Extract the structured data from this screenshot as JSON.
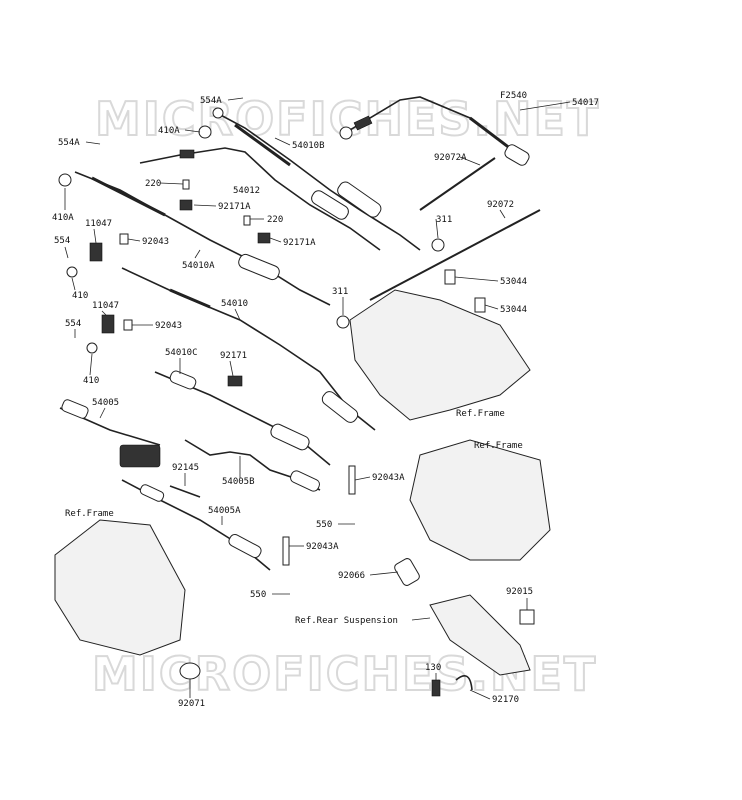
{
  "diagram_code": "F2540",
  "watermarks": [
    "MICROFICHES.NET",
    "MICROFICHES.NET"
  ],
  "parts": [
    "554A",
    "54017",
    "410A",
    "54010B",
    "554A",
    "92072A",
    "54012",
    "220",
    "92171A",
    "311",
    "92072",
    "410A",
    "11047",
    "220",
    "92043",
    "92171A",
    "554",
    "54010A",
    "53044",
    "410",
    "311",
    "53044",
    "11047",
    "54010",
    "554",
    "92043",
    "92171",
    "54010C",
    "410",
    "54005",
    "92145",
    "54005B",
    "92043A",
    "550",
    "54005A",
    "92043A",
    "92066",
    "550",
    "92015",
    "92071",
    "130",
    "92170"
  ],
  "refs": [
    "Ref.Frame",
    "Ref.Frame",
    "Ref.Frame",
    "Ref.Rear Suspension"
  ]
}
